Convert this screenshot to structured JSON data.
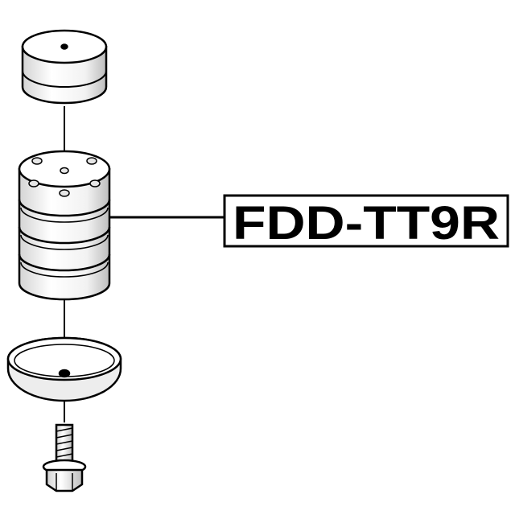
{
  "diagram": {
    "part_number": "FDD-TT9R",
    "colors": {
      "ink": "#000000",
      "fill_light": "#ffffff",
      "fill_shade": "#dcdcdc",
      "background": "#ffffff"
    },
    "parts": [
      {
        "name": "rubber-bump-stop-cap",
        "icon": "cylinder-cap"
      },
      {
        "name": "bump-stop-bellows",
        "icon": "stacked-rings"
      },
      {
        "name": "dust-shield-plate",
        "icon": "dish-plate"
      },
      {
        "name": "flange-bolt",
        "icon": "bolt"
      }
    ]
  }
}
